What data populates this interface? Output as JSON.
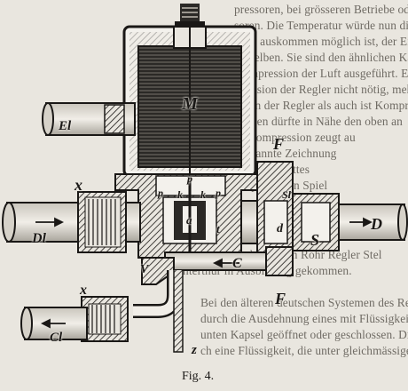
{
  "background_lines": [
    "pressoren, bei grösseren Betriebe oder Dampfk",
    "soren. Die Temperatur würde nun die Kosten",
    "ungs auskommen möglich ist, der Einrichtung",
    "derselben. Sie sind den ähnlichen Kas",
    "Kompression der Luft ausgeführt. Eine ist",
    "Revision der Regler nicht nötig, mehr",
    "teilen der Regler als auch ist Kompressor",
    "ganzen dürfte in Nähe den oben an",
    "den Anforderungen die Kompression zeugt au",
    "dieser Regel, die übergenannte Zeichnung",
    "ist der Einfluss des ganzen Eintrittes",
    "auf dem Ende des Prinzips für den Spiel",
    "vielseitig in geschlossenen Rohr Regler Stel",
    "Winterthur in Ausbildung gekommen.",
    "Bei den älteren deutschen Systemen des Regulie",
    "durch die Ausdehnung eines mit Flüssigkeit ch",
    "unten Kapsel geöffnet oder geschlossen. Die Kap",
    "ch eine Flüssigkeit, die unter gleichmässigem Dru"
  ],
  "labels": {
    "M": "M",
    "El": "El",
    "F_top": "F",
    "F_bottom": "F",
    "x_top": "x",
    "x_bottom": "x",
    "Dl": "Dl",
    "D": "D",
    "S": "S",
    "d": "d",
    "C": "C",
    "V": "V",
    "Cl": "Cl",
    "z": "z",
    "p_left": "p",
    "p_mid": "p",
    "p_right": "p",
    "k_left": "k",
    "k_right": "k",
    "a": "a",
    "t": "t",
    "Sl": "Sl"
  },
  "caption": "Fig. 4.",
  "colors": {
    "paper": "#e9e6df",
    "ink": "#1a1816",
    "faded_text": "#6f6b64"
  }
}
